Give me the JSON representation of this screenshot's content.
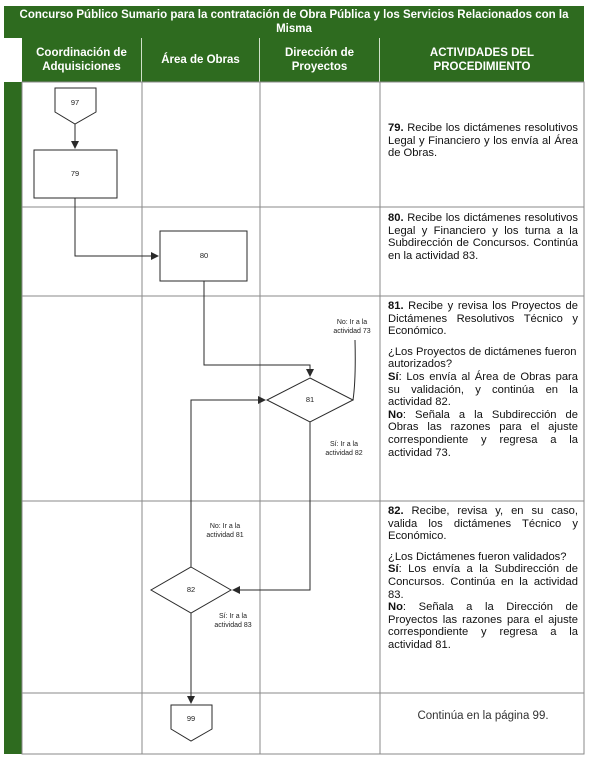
{
  "title": "Concurso Público Sumario para la contratación de Obra Pública y los Servicios Relacionados con la Misma",
  "headers": {
    "col1": "Coordinación de Adquisiciones",
    "col2": "Área de Obras",
    "col3": "Dirección de Proyectos",
    "col4": "ACTIVIDADES DEL PROCEDIMIENTO"
  },
  "shapes": {
    "connector_top": "97",
    "box_79": "79",
    "box_80": "80",
    "decision_81": "81",
    "decision_82": "82",
    "connector_bottom": "99"
  },
  "flow_labels": {
    "no_81": "No: Ir a la actividad 73",
    "si_81": "Sí: Ir a la actividad 82",
    "no_82": "No: Ir a la actividad 81",
    "si_82": "Sí: Ir a la actividad 83"
  },
  "activities": {
    "a79": {
      "num": "79.",
      "text": " Recibe los dictámenes resolutivos Legal y Financiero y los envía al Área de Obras."
    },
    "a80": {
      "num": "80.",
      "text": " Recibe los dictámenes resolutivos Legal y Financiero y los turna a la Subdirección de Concursos. Continúa en la actividad 83."
    },
    "a81": {
      "num": "81.",
      "text": " Recibe y revisa los Proyectos de Dictámenes Resolutivos Técnico y Económico.",
      "question": "¿Los Proyectos de dictámenes fueron autorizados?",
      "si_label": "Sí",
      "si_text": ": Los envía al Área de Obras para su validación, y continúa en la actividad 82.",
      "no_label": "No",
      "no_text": ": Señala a la Subdirección de Obras las razones para el ajuste correspondiente y regresa a la actividad 73."
    },
    "a82": {
      "num": "82.",
      "text": " Recibe, revisa y, en su caso, valida los dictámenes Técnico y Económico.",
      "question": "¿Los Dictámenes fueron validados?",
      "si_label": "Sí",
      "si_text": ": Los envía a la Subdirección de Concursos. Continúa en la actividad 83.",
      "no_label": "No",
      "no_text": ": Señala a la Dirección de Proyectos las razones para el ajuste correspondiente y regresa a la actividad 81."
    },
    "continue": "Continúa en la página 99."
  },
  "colors": {
    "header_green": "#2e6b1f",
    "grid_line": "#8a8a8a",
    "flow_line": "#2a2a2a"
  }
}
